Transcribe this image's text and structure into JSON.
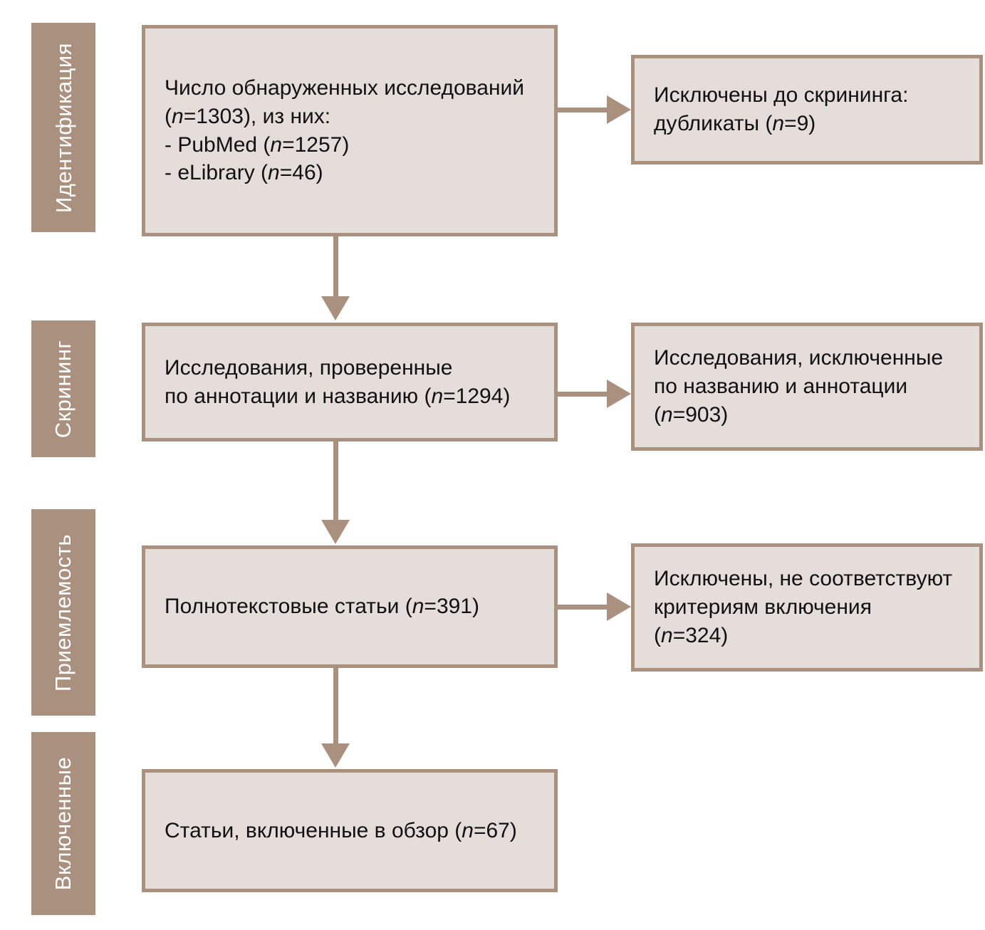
{
  "diagram": {
    "type": "prisma-flow-diagram",
    "language": "ru",
    "colors": {
      "stage_bar": "#a9907f",
      "box_fill": "#e4ddd9",
      "box_border": "#a9907f",
      "connector": "#a9907f",
      "text": "#111111",
      "stage_label_text": "#ffffff",
      "background": "#ffffff"
    },
    "stages": [
      {
        "id": "identification",
        "label": "Идентификация"
      },
      {
        "id": "screening",
        "label": "Скрининг"
      },
      {
        "id": "eligibility",
        "label": "Приемлемость"
      },
      {
        "id": "included",
        "label": "Включенные"
      }
    ],
    "main_boxes": [
      {
        "id": "records-identified",
        "lines": [
          {
            "text": "Число обнаруженных исследований"
          },
          {
            "prefix": "(",
            "italic": "n",
            "suffix": "=1303), из них:"
          },
          {
            "prefix": "- PubMed (",
            "italic": "n",
            "suffix": "=1257)"
          },
          {
            "prefix": "- eLibrary (",
            "italic": "n",
            "suffix": "=46)"
          }
        ]
      },
      {
        "id": "records-screened",
        "lines": [
          {
            "text": "Исследования, проверенные"
          },
          {
            "prefix": "по аннотации и названию (",
            "italic": "n",
            "suffix": "=1294)"
          }
        ]
      },
      {
        "id": "full-text-articles",
        "lines": [
          {
            "prefix": "Полнотекстовые статьи (",
            "italic": "n",
            "suffix": "=391)"
          }
        ]
      },
      {
        "id": "articles-included",
        "lines": [
          {
            "prefix": "Статьи, включенные в обзор (",
            "italic": "n",
            "suffix": "=67)"
          }
        ]
      }
    ],
    "side_boxes": [
      {
        "id": "excluded-before-screening",
        "lines": [
          {
            "text": "Исключены до скрининга:"
          },
          {
            "prefix": "дубликаты (",
            "italic": "n",
            "suffix": "=9)"
          }
        ]
      },
      {
        "id": "excluded-by-title-abstract",
        "lines": [
          {
            "text": "Исследования, исключенные"
          },
          {
            "text": "по названию и аннотации"
          },
          {
            "prefix": "(",
            "italic": "n",
            "suffix": "=903)"
          }
        ]
      },
      {
        "id": "excluded-not-meeting-criteria",
        "lines": [
          {
            "text": "Исключены, не соответствуют"
          },
          {
            "text": "критериям включения"
          },
          {
            "prefix": "(",
            "italic": "n",
            "suffix": "=324)"
          }
        ]
      }
    ]
  }
}
